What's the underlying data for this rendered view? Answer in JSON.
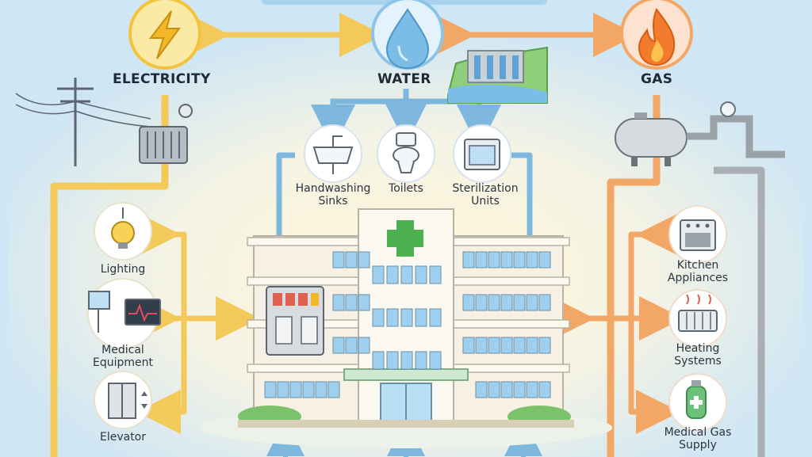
{
  "sources": {
    "electricity": {
      "label": "ELECTRICITY",
      "icon": "lightning-icon",
      "color": "#f2c33b"
    },
    "water": {
      "label": "WATER",
      "icon": "water-drop-icon",
      "color": "#5aa9dc"
    },
    "gas": {
      "label": "GAS",
      "icon": "flame-icon",
      "color": "#f08a3c"
    }
  },
  "water_uses": {
    "handwashing": {
      "label": "Handwashing\nSinks",
      "icon": "sink-icon"
    },
    "toilets": {
      "label": "Toilets",
      "icon": "toilet-icon"
    },
    "sterilization": {
      "label": "Sterilization\nUnits",
      "icon": "sterilizer-icon"
    }
  },
  "electric_uses": {
    "lighting": {
      "label": "Lighting",
      "icon": "light-bulb-icon"
    },
    "medical_equipment": {
      "label": "Medical\nEquipment",
      "icon": "monitor-icon"
    },
    "elevator": {
      "label": "Elevator",
      "icon": "elevator-icon"
    }
  },
  "gas_uses": {
    "kitchen": {
      "label": "Kitchen\nAppliances",
      "icon": "stove-icon"
    },
    "heating": {
      "label": "Heating\nSystems",
      "icon": "radiator-icon"
    },
    "medical_gas": {
      "label": "Medical Gas\nSupply",
      "icon": "gas-cylinder-icon"
    }
  },
  "colors": {
    "electric_line": "#f3c95a",
    "water_line": "#7db7de",
    "gas_line": "#f2a766",
    "building": "#f6f1e4",
    "window": "#9fd0ef",
    "cross": "#4caf50"
  }
}
